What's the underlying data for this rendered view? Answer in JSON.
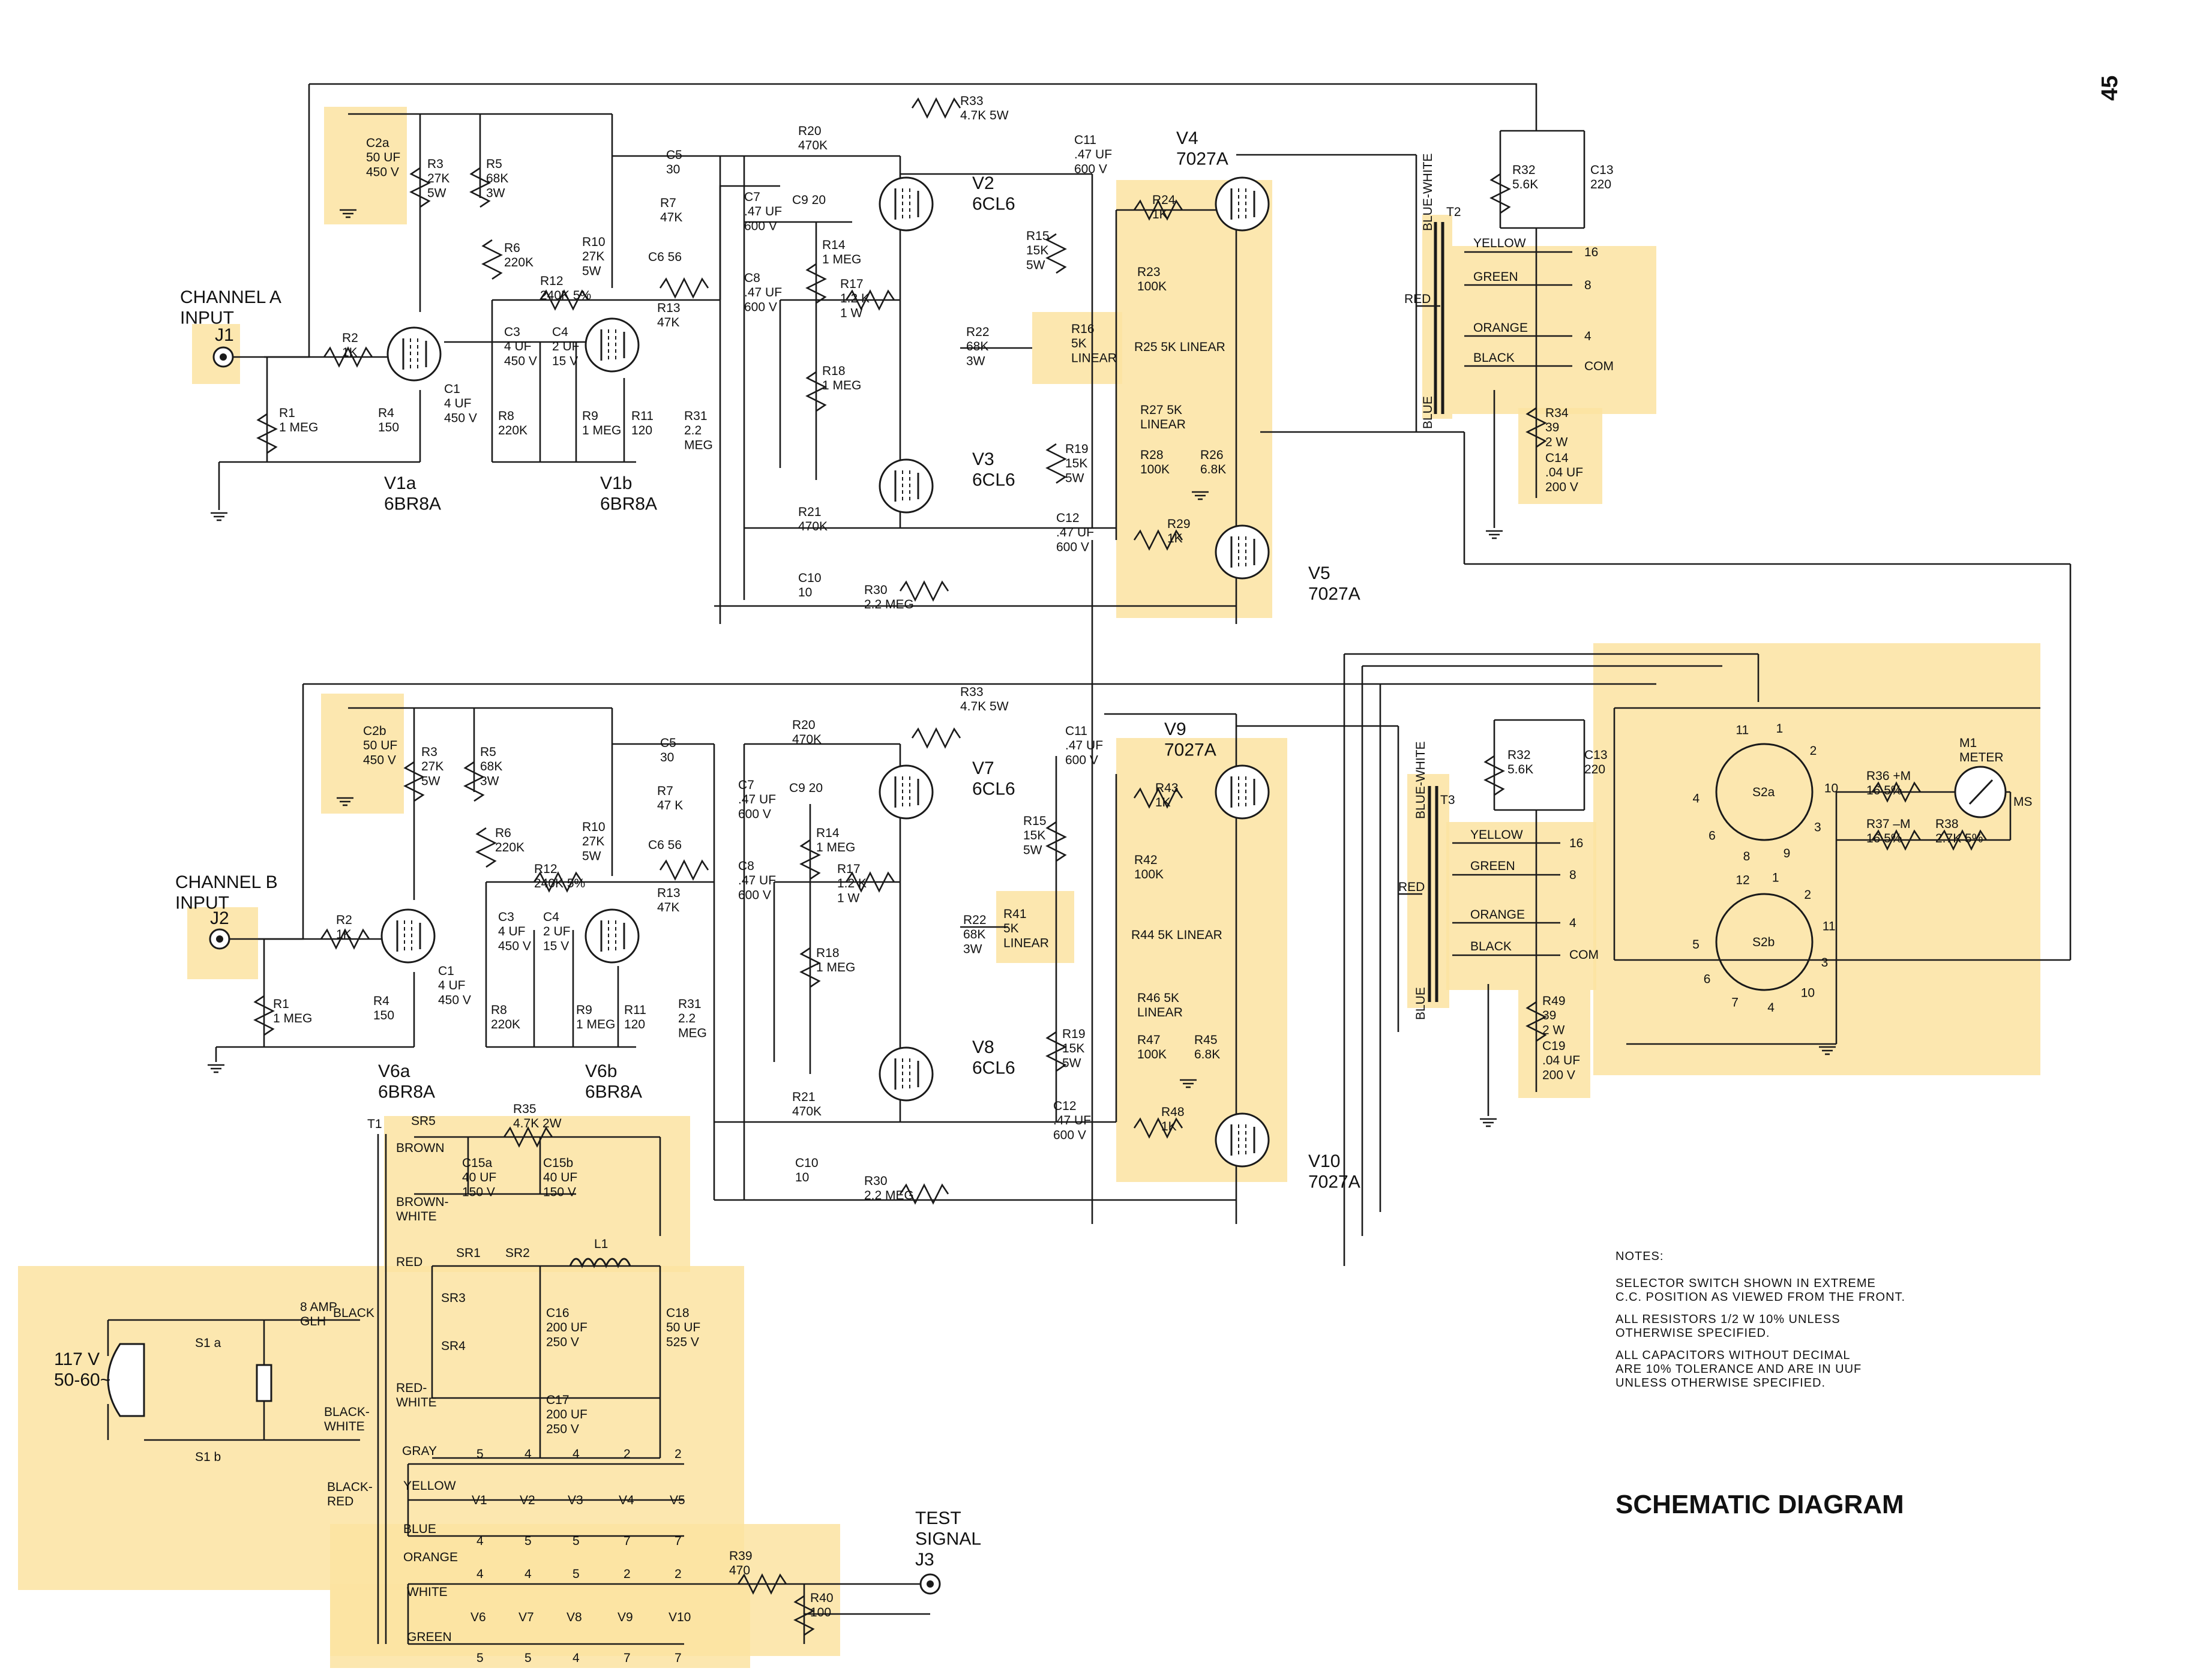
{
  "page_number": "45",
  "title": "SCHEMATIC DIAGRAM",
  "inputs": {
    "channel_a": "CHANNEL A\nINPUT",
    "channel_a_jack": "J1",
    "channel_b": "CHANNEL B\nINPUT",
    "channel_b_jack": "J2",
    "test_signal": "TEST\nSIGNAL\nJ3",
    "mains": "117 V\n50-60~"
  },
  "channel_a": {
    "c2": "C2a\n50 UF\n450 V",
    "r3": "R3\n27K\n5W",
    "r5": "R5\n68K\n3W",
    "r6": "R6\n220K",
    "r10": "R10\n27K\n5W",
    "r12": "R12\n240K 5%",
    "r2": "R2\n1K",
    "r1": "R1\n1 MEG",
    "r4": "R4\n150",
    "c1": "C1\n4 UF\n450 V",
    "c3": "C3\n4 UF\n450 V",
    "c4": "C4\n2 UF\n15 V",
    "r8": "R8\n220K",
    "r9": "R9\n1 MEG",
    "r11": "R11\n120",
    "v1a": "V1a\n6BR8A",
    "v1b": "V1b\n6BR8A",
    "c5": "C5\n30",
    "r7": "R7\n47K",
    "c6": "C6  56",
    "r13": "R13\n47K",
    "r33": "R33\n4.7K 5W",
    "r20": "R20\n470K",
    "c9": "C9  20",
    "c7": "C7\n.47 UF\n600 V",
    "c8": "C8\n.47 UF\n600 V",
    "r14": "R14\n1 MEG",
    "r17": "R17\n1.2 K\n1 W",
    "r18": "R18\n1 MEG",
    "r31": "R31\n2.2\nMEG",
    "r21": "R21\n470K",
    "c10": "C10\n10",
    "r30": "R30\n2.2 MEG",
    "v2": "V2\n6CL6",
    "v3": "V3\n6CL6",
    "c11": "C11\n.47 UF\n600 V",
    "r15": "R15\n15K\n5W",
    "r22": "R22\n68K\n3W",
    "r16": "R16\n5K\nLINEAR",
    "r19": "R19\n15K\n5W",
    "c12": "C12\n.47 UF\n600 V",
    "v4": "V4\n7027A",
    "v5": "V5\n7027A",
    "r24": "R24\n1K",
    "r23": "R23\n100K",
    "r25": "R25\n5K LINEAR",
    "r27": "R27 5K\nLINEAR",
    "r28": "R28\n100K",
    "r26": "R26\n6.8K",
    "r29": "R29\n1K",
    "r32": "R32\n5.6K",
    "c13": "C13\n220",
    "t2": "T2",
    "t2_top": "BLUE-WHITE",
    "t2_red": "RED",
    "t2_blue": "BLUE",
    "t2_yellow": "YELLOW",
    "t2_green": "GREEN",
    "t2_orange": "ORANGE",
    "t2_black": "BLACK",
    "tap16": "16",
    "tap8": "8",
    "tap4": "4",
    "tapcom": "COM",
    "r34": "R34\n39\n2 W",
    "c14": "C14\n.04 UF\n200 V"
  },
  "channel_b": {
    "c2": "C2b\n50 UF\n450 V",
    "r3": "R3\n27K\n5W",
    "r5": "R5\n68K\n3W",
    "r6": "R6\n220K",
    "r10": "R10\n27K\n5W",
    "r12": "R12\n240K 5%",
    "r2": "R2\n1K",
    "r1": "R1\n1 MEG",
    "r4": "R4\n150",
    "c1": "C1\n4 UF\n450 V",
    "c3": "C3\n4 UF\n450 V",
    "c4": "C4\n2 UF\n15 V",
    "r8": "R8\n220K",
    "r9": "R9\n1 MEG",
    "r11": "R11\n120",
    "v6a": "V6a\n6BR8A",
    "v6b": "V6b\n6BR8A",
    "c5": "C5\n30",
    "r7": "R7\n47 K",
    "c6": "C6  56",
    "r13": "R13\n47K",
    "r33": "R33\n4.7K 5W",
    "r20": "R20\n470K",
    "c9": "C9  20",
    "c7": "C7\n.47 UF\n600 V",
    "c8": "C8\n.47 UF\n600 V",
    "r14": "R14\n1 MEG",
    "r17": "R17\n1.2 K\n1 W",
    "r18": "R18\n1 MEG",
    "r31": "R31\n2.2\nMEG",
    "r21": "R21\n470K",
    "c10": "C10\n10",
    "r30": "R30\n2.2 MEG",
    "v7": "V7\n6CL6",
    "v8": "V8\n6CL6",
    "c11": "C11\n.47 UF\n600 V",
    "r15": "R15\n15K\n5W",
    "r22": "R22\n68K\n3W",
    "r41": "R41\n5K\nLINEAR",
    "r19": "R19\n15K\n5W",
    "c12": "C12\n.47 UF\n600 V",
    "v9": "V9\n7027A",
    "v10": "V10\n7027A",
    "r43": "R43\n1K",
    "r42": "R42\n100K",
    "r44": "R44\n5K LINEAR",
    "r46": "R46 5K\nLINEAR",
    "r47": "R47\n100K",
    "r45": "R45\n6.8K",
    "r48": "R48\n1K",
    "r32": "R32\n5.6K",
    "c13": "C13\n220",
    "t3": "T3",
    "t3_top": "BLUE-WHITE",
    "t3_red": "RED",
    "t3_blue": "BLUE",
    "t3_yellow": "YELLOW",
    "t3_green": "GREEN",
    "t3_orange": "ORANGE",
    "t3_black": "BLACK",
    "tap16": "16",
    "tap8": "8",
    "tap4": "4",
    "tapcom": "COM",
    "r49": "R49\n39\n2 W",
    "c19": "C19\n.04 UF\n200 V"
  },
  "meter": {
    "s2a": "S2a",
    "s2b": "S2b",
    "m1": "M1\nMETER",
    "r36": "R36  +M\n16  5%",
    "r37": "R37  –M\n16  5%",
    "r38": "R38\n2.7K 5%",
    "ms": "MS",
    "s2a_pos": [
      "11",
      "1",
      "2",
      "10",
      "3",
      "9",
      "8",
      "6",
      "4"
    ],
    "s2b_pos": [
      "12",
      "1",
      "2",
      "11",
      "3",
      "10",
      "4",
      "7",
      "6",
      "5"
    ]
  },
  "power_supply": {
    "t1": "T1",
    "sr5": "SR5",
    "r35": "R35\n4.7K 2W",
    "brown": "BROWN",
    "brown_white": "BROWN-\nWHITE",
    "c15a": "C15a\n40 UF\n150 V",
    "c15b": "C15b\n40 UF\n150 V",
    "red": "RED",
    "red_white": "RED-\nWHITE",
    "sr1": "SR1",
    "sr2": "SR2",
    "sr3": "SR3",
    "sr4": "SR4",
    "l1": "L1",
    "c16": "C16\n200 UF\n250 V",
    "c17": "C17\n200 UF\n250 V",
    "c18": "C18\n50 UF\n525 V",
    "s1a": "S1 a",
    "s1b": "S1 b",
    "fuse": "8 AMP\nGLH",
    "black": "BLACK",
    "black_white": "BLACK-\nWHITE",
    "black_red": "BLACK-\nRED",
    "gray": "GRAY",
    "yellow": "YELLOW",
    "blue": "BLUE",
    "orange": "ORANGE",
    "white": "WHITE",
    "green": "GREEN",
    "heaters_top": [
      "V1",
      "V2",
      "V3",
      "V4",
      "V5"
    ],
    "heaters_bottom": [
      "V6",
      "V7",
      "V8",
      "V9",
      "V10"
    ],
    "pins_top_a": [
      "5",
      "4",
      "4",
      "2",
      "2"
    ],
    "pins_top_b": [
      "4",
      "5",
      "5",
      "7",
      "7"
    ],
    "pins_bot_a": [
      "4",
      "4",
      "5",
      "2",
      "2"
    ],
    "pins_bot_b": [
      "5",
      "5",
      "4",
      "7",
      "7"
    ],
    "r39": "R39\n470",
    "r40": "R40\n100"
  },
  "notes": {
    "heading": "NOTES:",
    "items": [
      "SELECTOR SWITCH SHOWN IN EXTREME\nC.C. POSITION AS VIEWED FROM THE FRONT.",
      "ALL RESISTORS 1/2 W 10% UNLESS\nOTHERWISE SPECIFIED.",
      "ALL CAPACITORS WITHOUT DECIMAL\nARE 10% TOLERANCE AND ARE IN UUF\nUNLESS OTHERWISE SPECIFIED."
    ]
  },
  "colors": {
    "highlight": "#fbe3a1",
    "ink": "#1a1a1a",
    "paper": "#ffffff"
  }
}
